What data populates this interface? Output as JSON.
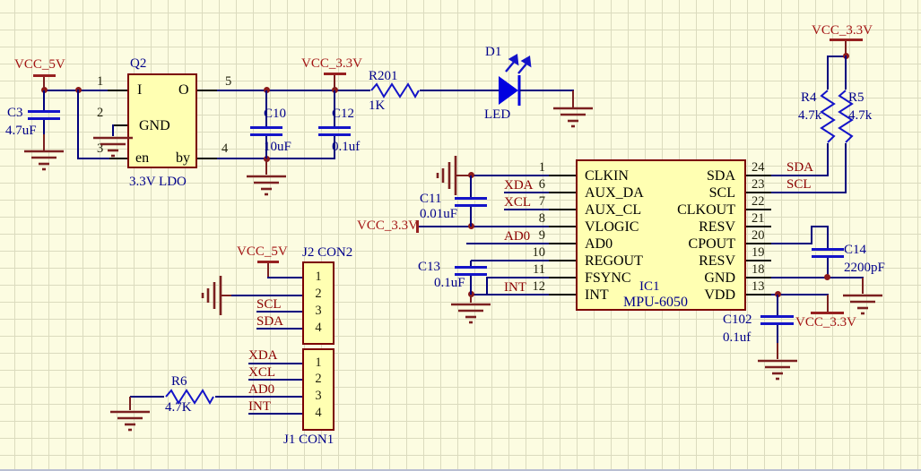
{
  "schematic": {
    "power": {
      "vcc_5v": "VCC_5V",
      "vcc_3_3v": "VCC_3.3V"
    },
    "net_labels": {
      "sda": "SDA",
      "scl": "SCL",
      "xda": "XDA",
      "xcl": "XCL",
      "ad0": "AD0",
      "int": "INT"
    },
    "regulator": {
      "designator": "Q2",
      "value": "3.3V LDO",
      "pin_in": "I",
      "pin_out": "O",
      "pin_gnd": "GND",
      "pin_en": "en",
      "pin_by": "by",
      "num_in": "1",
      "num_gnd": "2",
      "num_en": "3",
      "num_out": "5",
      "num_by": "4"
    },
    "capacitors": {
      "c3": {
        "designator": "C3",
        "value": "4.7uF"
      },
      "c10": {
        "designator": "C10",
        "value": "10uF"
      },
      "c12": {
        "designator": "C12",
        "value": "0.1uf"
      },
      "c11": {
        "designator": "C11",
        "value": "0.01uF"
      },
      "c13": {
        "designator": "C13",
        "value": "0.1uF"
      },
      "c14": {
        "designator": "C14",
        "value": "2200pF"
      },
      "c102": {
        "designator": "C102",
        "value": "0.1uf"
      }
    },
    "resistors": {
      "r201": {
        "designator": "R201",
        "value": "1K"
      },
      "r4": {
        "designator": "R4",
        "value": "4.7k"
      },
      "r5": {
        "designator": "R5",
        "value": "4.7k"
      },
      "r6": {
        "designator": "R6",
        "value": "4.7K"
      }
    },
    "led": {
      "designator": "D1",
      "value": "LED"
    },
    "ic": {
      "designator": "IC1",
      "part": "MPU-6050",
      "left_pins": [
        {
          "num": "1",
          "name": "CLKIN"
        },
        {
          "num": "6",
          "name": "AUX_DA"
        },
        {
          "num": "7",
          "name": "AUX_CL"
        },
        {
          "num": "8",
          "name": "VLOGIC"
        },
        {
          "num": "9",
          "name": "AD0"
        },
        {
          "num": "10",
          "name": "REGOUT"
        },
        {
          "num": "11",
          "name": "FSYNC"
        },
        {
          "num": "12",
          "name": "INT"
        }
      ],
      "right_pins": [
        {
          "num": "24",
          "name": "SDA"
        },
        {
          "num": "23",
          "name": "SCL"
        },
        {
          "num": "22",
          "name": "CLKOUT"
        },
        {
          "num": "21",
          "name": "RESV"
        },
        {
          "num": "20",
          "name": "CPOUT"
        },
        {
          "num": "19",
          "name": "RESV"
        },
        {
          "num": "18",
          "name": "GND"
        },
        {
          "num": "13",
          "name": "VDD"
        }
      ]
    },
    "connectors": {
      "j2": {
        "label": "J2 CON2",
        "pins": [
          "1",
          "2",
          "3",
          "4"
        ]
      },
      "j1": {
        "label": "J1 CON1",
        "pins": [
          "1",
          "2",
          "3",
          "4"
        ]
      }
    },
    "colors": {
      "background": "#FCFCE1",
      "grid": "#DBDBBE",
      "wire": "#00007E",
      "component": "#1414C8",
      "junction": "#8B1A1A",
      "ground": "#7B2020",
      "power_label": "#A31414",
      "net_label": "#8B0000",
      "designator": "#00008B",
      "box_fill": "#FFFFB2",
      "box_border": "#7B0000",
      "pin": "#000000",
      "led_fill": "#0000E0"
    }
  }
}
